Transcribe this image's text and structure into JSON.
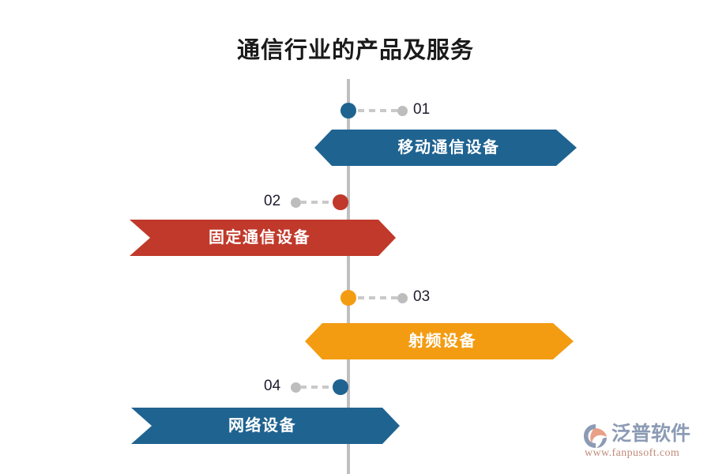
{
  "page": {
    "title": "通信行业的产品及服务",
    "background_color": "#ffffff"
  },
  "timeline": {
    "axis_color": "#bfbfbf",
    "connector_color": "#c9c9c9",
    "end_dot_color": "#bdbdbd",
    "items": [
      {
        "number": "01",
        "label": "移动通信设备",
        "color": "#1f6391",
        "side": "right"
      },
      {
        "number": "02",
        "label": "固定通信设备",
        "color": "#c0392b",
        "side": "left"
      },
      {
        "number": "03",
        "label": "射频设备",
        "color": "#f39c12",
        "side": "right"
      },
      {
        "number": "04",
        "label": "网络设备",
        "color": "#1f6391",
        "side": "left"
      }
    ]
  },
  "logo": {
    "brand": "泛普软件",
    "url": "www.fanpusoft.com",
    "mark_color": "#8c9bb5",
    "accent_color": "#e8a087"
  }
}
